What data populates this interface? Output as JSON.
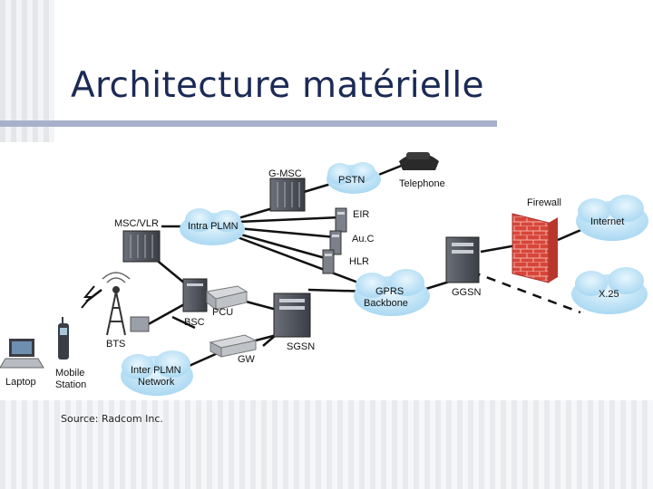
{
  "slide": {
    "title": "Architecture matérielle",
    "source": "Source: Radcom Inc."
  },
  "diagram": {
    "labels": {
      "g_msc": "G-MSC",
      "pstn": "PSTN",
      "telephone": "Telephone",
      "msc_vlr": "MSC/VLR",
      "intra_plmn": "Intra PLMN",
      "eir": "EIR",
      "auc": "Au.C",
      "hlr": "HLR",
      "firewall": "Firewall",
      "internet": "Internet",
      "x25": "X.25",
      "ggsn": "GGSN",
      "gprs": "GPRS",
      "backbone": "Backbone",
      "bsc": "BSC",
      "pcu": "PCU",
      "bts": "BTS",
      "sgsn": "SGSN",
      "gw": "GW",
      "inter_plmn": "Inter PLMN",
      "network": "Network",
      "laptop": "Laptop",
      "mobile": "Mobile",
      "station": "Station"
    }
  }
}
